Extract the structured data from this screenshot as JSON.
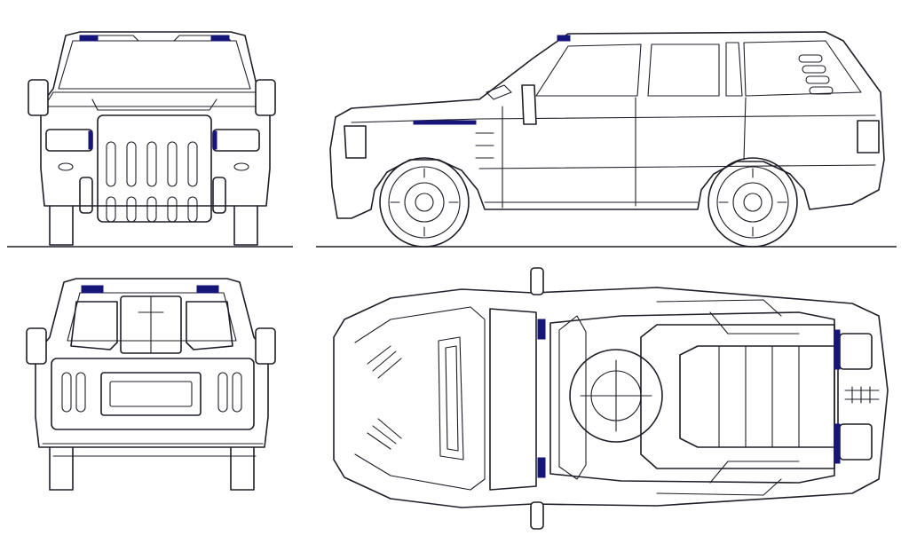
{
  "views": [
    {
      "id": "front",
      "name": "front-view"
    },
    {
      "id": "side",
      "name": "side-view"
    },
    {
      "id": "rear",
      "name": "rear-view"
    },
    {
      "id": "top",
      "name": "top-view"
    }
  ],
  "colors": {
    "line": "#1e1e28",
    "accent": "#15157a",
    "background": "#ffffff"
  }
}
